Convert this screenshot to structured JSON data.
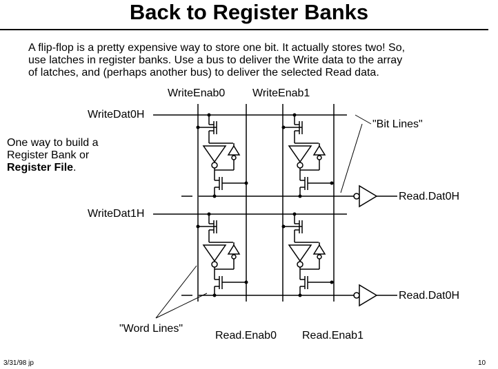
{
  "slide": {
    "title": "Back to Register Banks",
    "intro_lines": [
      "A flip-flop is a pretty expensive way to store one bit.  It actually stores two!  So,",
      "use latches in register banks.  Use a bus to deliver the Write data to the array",
      "of latches, and (perhaps another bus) to deliver the selected Read data."
    ],
    "side_note": {
      "line1": "One way to build a",
      "line2": "Register Bank or",
      "line3_bold": "Register File",
      "line3_tail": "."
    },
    "footer_left": "3/31/98  jp",
    "page_number": "10"
  },
  "diagram": {
    "write_enab0": "WriteEnab0",
    "write_enab1": "WriteEnab1",
    "write_dat0": "WriteDat0H",
    "write_dat1": "WriteDat1H",
    "bit_lines": "\"Bit Lines\"",
    "word_lines": "\"Word Lines\"",
    "read_dat0_top": "Read.Dat0H",
    "read_dat0_bottom": "Read.Dat0H",
    "read_enab0": "Read.Enab0",
    "read_enab1": "Read.Enab1"
  }
}
